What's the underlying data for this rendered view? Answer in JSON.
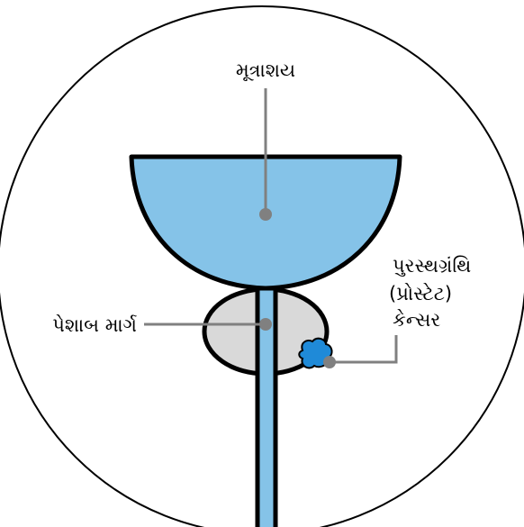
{
  "labels": {
    "bladder": "મૂત્રાશય",
    "urethra": "પેશાબ માર્ગ",
    "prostate_cancer_line1": "પુરસ્થગ્રંથિ",
    "prostate_cancer_line2": "(પ્રોસ્ટેટ)",
    "prostate_cancer_line3": "કેન્સર"
  },
  "colors": {
    "outline": "#000000",
    "bladder_fill": "#85c3e8",
    "prostate_fill": "#d9d9d9",
    "urethra_fill": "#85c3e8",
    "tumor_fill": "#1f8ad8",
    "pointer_line": "#808080",
    "pointer_dot": "#808080",
    "background": "#ffffff"
  }
}
